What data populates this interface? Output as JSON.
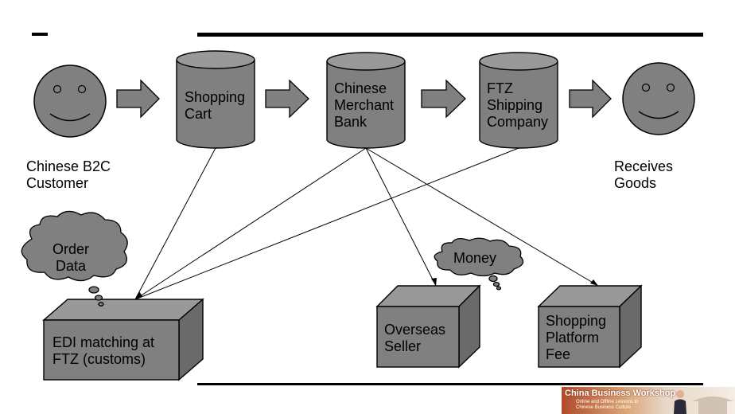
{
  "nodes": {
    "customer": {
      "label_line1": "Chinese B2C",
      "label_line2": "Customer"
    },
    "cart": {
      "label_line1": "Shopping",
      "label_line2": "Cart"
    },
    "bank": {
      "label_line1": "Chinese",
      "label_line2": "Merchant",
      "label_line3": "Bank"
    },
    "ftz": {
      "label_line1": "FTZ",
      "label_line2": "Shipping",
      "label_line3": "Company"
    },
    "receiver": {
      "label_line1": "Receives",
      "label_line2": "Goods"
    },
    "edi": {
      "label_line1": "EDI matching at",
      "label_line2": "FTZ (customs)"
    },
    "seller": {
      "label_line1": "Overseas",
      "label_line2": "Seller"
    },
    "platform": {
      "label_line1": "Shopping",
      "label_line2": "Platform",
      "label_line3": "Fee"
    }
  },
  "clouds": {
    "order_data": {
      "label_line1": "Order",
      "label_line2": "Data"
    },
    "money": {
      "label": "Money"
    }
  },
  "banner": {
    "title": "China Business Workshop",
    "subtitle_line1": "Online and Offline Lessons in",
    "subtitle_line2": "Chinese Business Culture"
  },
  "colors": {
    "shape_fill": "#808080",
    "shape_top": "#999999",
    "shape_side": "#6a6a6a",
    "stroke": "#000000",
    "arrow_fill": "#808080"
  }
}
